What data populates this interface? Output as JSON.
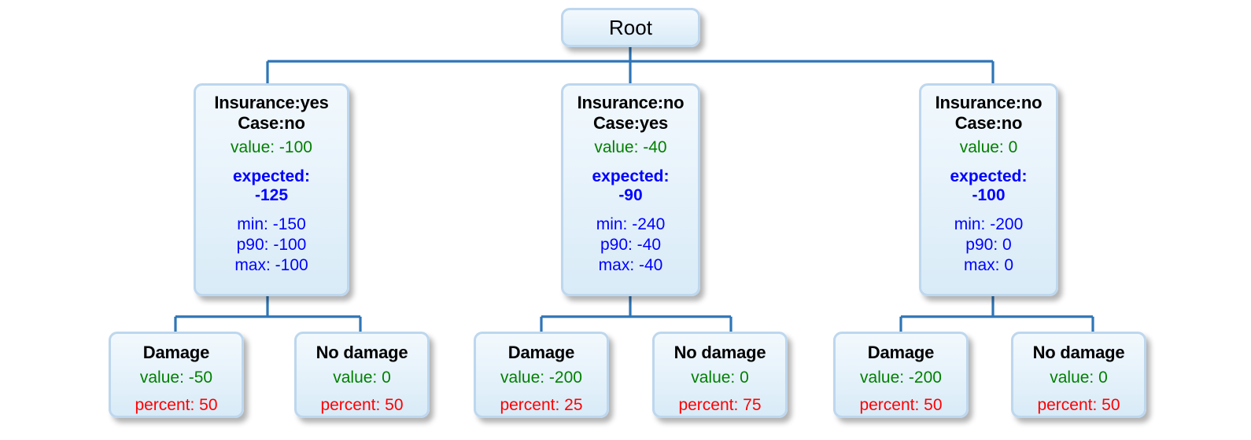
{
  "diagram": {
    "type": "decision-tree",
    "accent_line_color": "#2e75b6",
    "node_border_color": "#bdd7ee",
    "colors": {
      "title": "#000000",
      "value": "#008000",
      "expected": "#0000ff",
      "stats": "#0000ff",
      "percent": "#ff0000"
    },
    "labels": {
      "value_prefix": "value:",
      "expected_prefix": "expected:",
      "min_prefix": "min:",
      "p90_prefix": "p90:",
      "max_prefix": "max:",
      "percent_prefix": "percent:"
    },
    "root": {
      "label": "Root"
    },
    "branches": [
      {
        "id": "branch-1",
        "title_line_1": "Insurance:yes",
        "title_line_2": "Case:no",
        "value": "value: -100",
        "expected_label": "expected:",
        "expected_value": "-125",
        "min": "min: -150",
        "p90": "p90: -100",
        "max": "max: -100",
        "leaves": [
          {
            "id": "leaf-1-1",
            "title": "Damage",
            "value": "value: -50",
            "percent": "percent: 50"
          },
          {
            "id": "leaf-1-2",
            "title": "No damage",
            "value": "value: 0",
            "percent": "percent: 50"
          }
        ]
      },
      {
        "id": "branch-2",
        "title_line_1": "Insurance:no",
        "title_line_2": "Case:yes",
        "value": "value: -40",
        "expected_label": "expected:",
        "expected_value": "-90",
        "min": "min: -240",
        "p90": "p90: -40",
        "max": "max: -40",
        "leaves": [
          {
            "id": "leaf-2-1",
            "title": "Damage",
            "value": "value: -200",
            "percent": "percent: 25"
          },
          {
            "id": "leaf-2-2",
            "title": "No damage",
            "value": "value: 0",
            "percent": "percent: 75"
          }
        ]
      },
      {
        "id": "branch-3",
        "title_line_1": "Insurance:no",
        "title_line_2": "Case:no",
        "value": "value: 0",
        "expected_label": "expected:",
        "expected_value": "-100",
        "min": "min: -200",
        "p90": "p90: 0",
        "max": "max: 0",
        "leaves": [
          {
            "id": "leaf-3-1",
            "title": "Damage",
            "value": "value: -200",
            "percent": "percent: 50"
          },
          {
            "id": "leaf-3-2",
            "title": "No damage",
            "value": "value: 0",
            "percent": "percent: 50"
          }
        ]
      }
    ]
  }
}
